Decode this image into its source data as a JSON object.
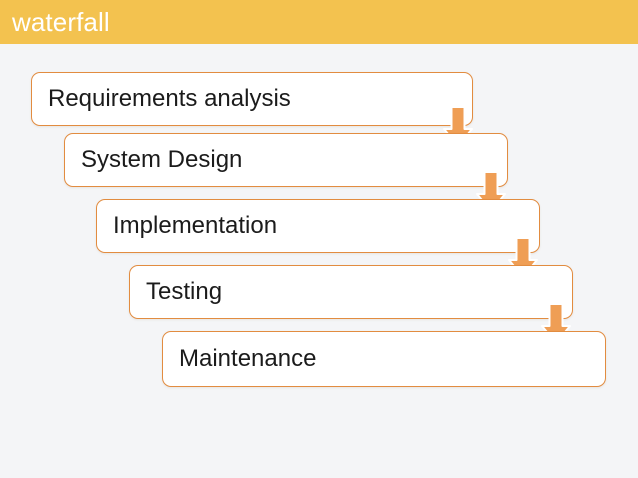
{
  "slide": {
    "title": "waterfall",
    "background_color": "#f4f5f7",
    "title_bar_color": "#f3c24f",
    "title_text_color": "#ffffff"
  },
  "diagram": {
    "type": "waterfall-model",
    "box_border_color": "#e28c40",
    "box_fill_color": "#ffffff",
    "arrow_color": "#ef9e55",
    "arrow_outline_color": "#ffffff",
    "stages": [
      {
        "label": "Requirements analysis",
        "order": 1
      },
      {
        "label": "System Design",
        "order": 2
      },
      {
        "label": "Implementation",
        "order": 3
      },
      {
        "label": "Testing",
        "order": 4
      },
      {
        "label": "Maintenance",
        "order": 5
      }
    ],
    "connectors": [
      {
        "from": "Requirements analysis",
        "to": "System Design"
      },
      {
        "from": "System Design",
        "to": "Implementation"
      },
      {
        "from": "Implementation",
        "to": "Testing"
      },
      {
        "from": "Testing",
        "to": "Maintenance"
      }
    ]
  }
}
